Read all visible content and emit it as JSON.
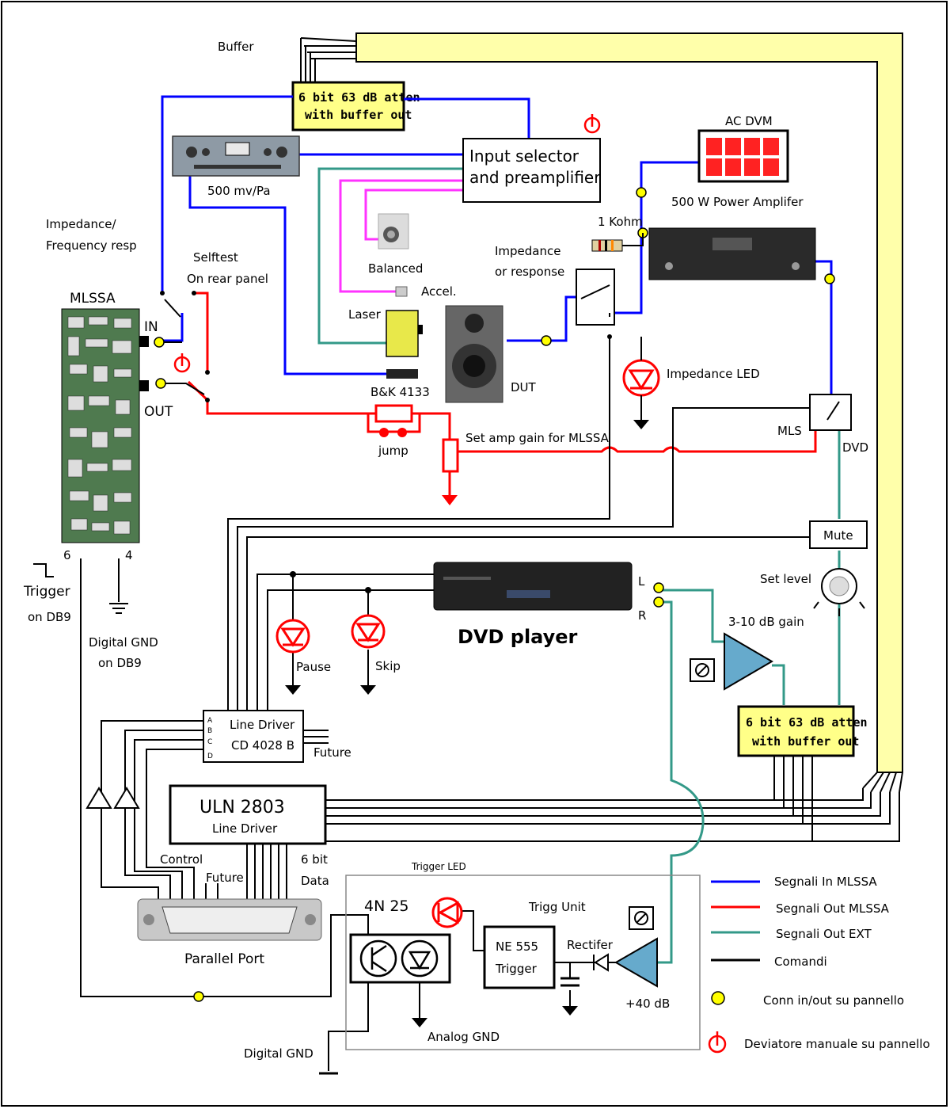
{
  "labels": {
    "buffer": "Buffer",
    "atten_top_line1": "6 bit 63 dB atten",
    "atten_top_line2": "with buffer out",
    "input_selector_line1": "Input selector",
    "input_selector_line2": "and preamplifier",
    "mic_amp_sens": "500 mv/Pa",
    "balanced": "Balanced",
    "accel": "Accel.",
    "laser": "Laser",
    "bk4133": "B&K 4133",
    "dut": "DUT",
    "impedance_freq_line1": "Impedance/",
    "impedance_freq_line2": "Frequency resp",
    "selftest_line1": "Selftest",
    "selftest_line2": "On rear panel",
    "mlssa": "MLSSA",
    "in": "IN",
    "out": "OUT",
    "jump": "jump",
    "set_amp_gain": "Set amp gain for MLSSA",
    "ac_dvm": "AC DVM",
    "power_amp": "500 W Power Amplifer",
    "one_kohm": "1 Kohm",
    "impedance_or_response_line1": "Impedance",
    "impedance_or_response_line2": "or response",
    "impedance_led": "Impedance LED",
    "mls": "MLS",
    "dvd": "DVD",
    "mute": "Mute",
    "set_level": "Set level",
    "gain_3_10": "3-10 dB gain",
    "atten_bottom_line1": "6 bit 63 dB atten",
    "atten_bottom_line2": "with buffer out",
    "pin_6": "6",
    "pin_4": "4",
    "trigger_line1": "Trigger",
    "trigger_line2": "on DB9",
    "digital_gnd_db9_line1": "Digital GND",
    "digital_gnd_db9_line2": "on DB9",
    "dvd_player": "DVD player",
    "ch_l": "L",
    "ch_r": "R",
    "pause": "Pause",
    "skip": "Skip",
    "line_driver_title": "Line Driver",
    "line_driver_chip": "CD 4028 B",
    "pin_a": "A",
    "pin_b": "B",
    "pin_c": "C",
    "pin_d": "D",
    "future_top": "Future",
    "uln_title": "ULN 2803",
    "uln_sub": "Line Driver",
    "control": "Control",
    "future_bottom": "Future",
    "six_bit_line1": "6 bit",
    "six_bit_line2": "Data",
    "parallel_port": "Parallel Port",
    "trigger_led": "Trigger LED",
    "opto": "4N 25",
    "trigg_unit": "Trigg Unit",
    "ne555_line1": "NE 555",
    "ne555_line2": "Trigger",
    "rectifier": "Rectifer",
    "gain_40": "+40 dB",
    "analog_gnd": "Analog GND",
    "digital_gnd": "Digital GND"
  },
  "legend": [
    {
      "label": "Segnali  In MLSSA",
      "color": "#0000ff"
    },
    {
      "label": "Segnali  Out MLSSA",
      "color": "#ff0000"
    },
    {
      "label": "Segnali  Out EXT",
      "color": "#339988"
    },
    {
      "label": "Comandi",
      "color": "#000000"
    }
  ],
  "legend_symbols": [
    {
      "label": "Conn in/out su pannello",
      "icon": "yellow-connector-icon"
    },
    {
      "label": "Deviatore manuale su pannello",
      "icon": "manual-switch-icon"
    }
  ],
  "colors": {
    "signal_in": "#0000ff",
    "signal_out": "#ff0000",
    "signal_ext": "#339988",
    "commands": "#000000",
    "accel": "#ff33ff",
    "bus": "#ffffaa",
    "box_yellow": "#ffff88"
  }
}
